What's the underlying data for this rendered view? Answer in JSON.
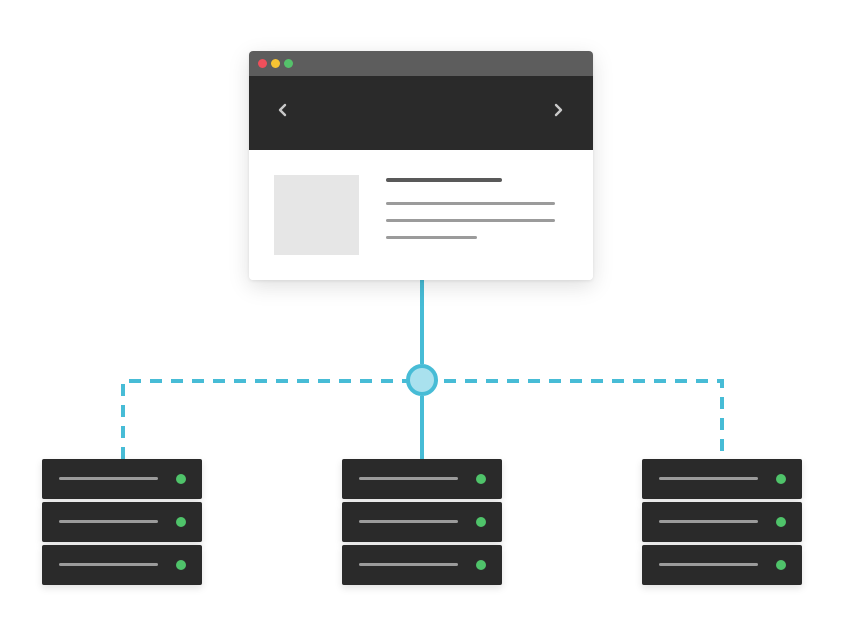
{
  "colors": {
    "connector": "#47bcd6",
    "hub_fill": "#a9e1ee",
    "rack": "#2a2a2a",
    "led": "#4fc36a",
    "window_red": "#ee4f5b",
    "window_yellow": "#f6c333",
    "window_green": "#55c26b",
    "titlebar": "#5d5d5d",
    "banner": "#2a2a2a",
    "placeholder": "#e6e6e6"
  },
  "browser": {
    "window_controls": [
      "close-dot",
      "minimize-dot",
      "maximize-dot"
    ],
    "carousel": {
      "prev_icon": "chevron-left-icon",
      "next_icon": "chevron-right-icon"
    },
    "content": {
      "image_placeholder": "image-placeholder",
      "text_lines": 4
    }
  },
  "connections": {
    "browser_to_hub": "solid",
    "hub_to_center_server": "solid",
    "hub_to_side_servers": "dashed"
  },
  "servers": [
    {
      "id": "server-left",
      "units": 3,
      "link": "dashed"
    },
    {
      "id": "server-center",
      "units": 3,
      "link": "solid"
    },
    {
      "id": "server-right",
      "units": 3,
      "link": "dashed"
    }
  ]
}
